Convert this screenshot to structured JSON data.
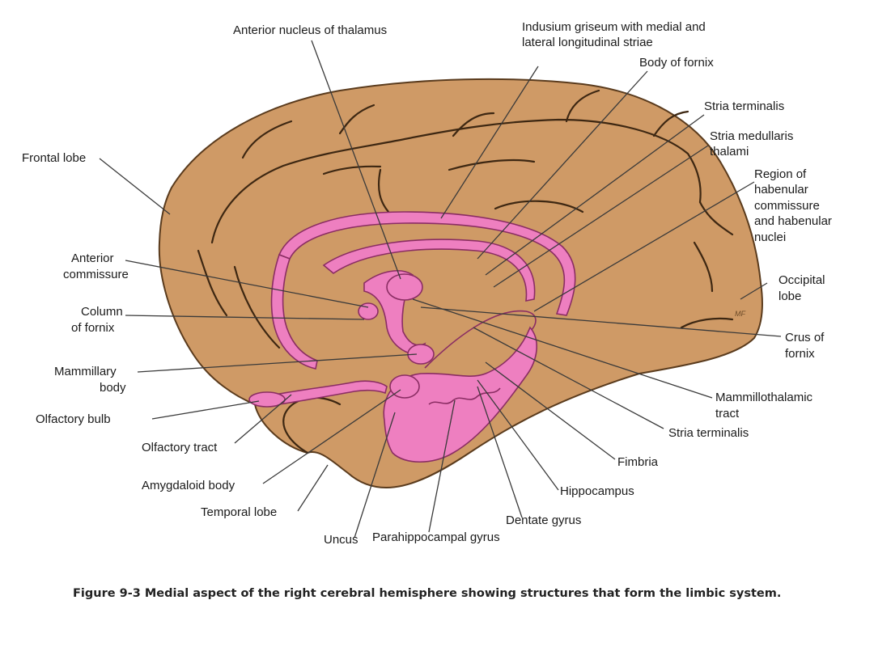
{
  "labels": {
    "anterior_nucleus_of_thalamus": "Anterior nucleus of thalamus",
    "indusium_griseum_line1": "Indusium griseum with medial and",
    "indusium_griseum_line2": "lateral longitudinal striae",
    "body_of_fornix": "Body of fornix",
    "stria_terminalis_top": "Stria terminalis",
    "stria_medullaris_line1": "Stria medullaris",
    "stria_medullaris_line2": "thalami",
    "habenular_line1": "Region of",
    "habenular_line2": "habenular",
    "habenular_line3": "commissure",
    "habenular_line4": "and habenular",
    "habenular_line5": "nuclei",
    "frontal_lobe": "Frontal lobe",
    "anterior_commissure_line1": "Anterior",
    "anterior_commissure_line2": "commissure",
    "column_of_fornix_line1": "Column",
    "column_of_fornix_line2": "of fornix",
    "occipital_lobe_line1": "Occipital",
    "occipital_lobe_line2": "lobe",
    "crus_of_fornix_line1": "Crus of",
    "crus_of_fornix_line2": "fornix",
    "mammillary_body_line1": "Mammillary",
    "mammillary_body_line2": "body",
    "mammillothalamic_line1": "Mammillothalamic",
    "mammillothalamic_line2": "tract",
    "olfactory_bulb": "Olfactory bulb",
    "stria_terminalis_bottom": "Stria terminalis",
    "olfactory_tract": "Olfactory tract",
    "fimbria": "Fimbria",
    "amygdaloid_body": "Amygdaloid body",
    "hippocampus": "Hippocampus",
    "temporal_lobe": "Temporal lobe",
    "dentate_gyrus": "Dentate gyrus",
    "uncus": "Uncus",
    "parahippocampal_gyrus": "Parahippocampal gyrus",
    "signature": "MF"
  },
  "caption": "Figure 9-3 Medial aspect of the right cerebral hemisphere showing structures that form the limbic system.",
  "colors": {
    "cortex": "#cf9a66",
    "limbic": "#ee7fc0",
    "sulcus": "#3d2712"
  }
}
